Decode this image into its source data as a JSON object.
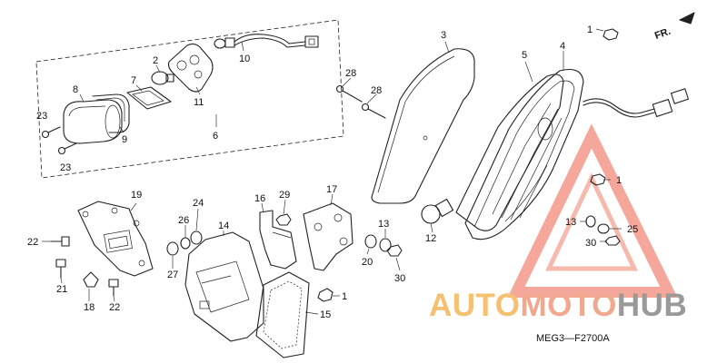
{
  "diagram": {
    "code": "MEG3—F2700A",
    "direction_label": "FR.",
    "callouts": {
      "c1a": "1",
      "c1b": "1",
      "c1c": "1",
      "c2": "2",
      "c3": "3",
      "c4": "4",
      "c5": "5",
      "c6": "6",
      "c7": "7",
      "c8": "8",
      "c9": "9",
      "c10": "10",
      "c11": "11",
      "c12": "12",
      "c13a": "13",
      "c13b": "13",
      "c14": "14",
      "c15": "15",
      "c16": "16",
      "c17": "17",
      "c18": "18",
      "c19": "19",
      "c20": "20",
      "c21": "21",
      "c22a": "22",
      "c22b": "22",
      "c23a": "23",
      "c23b": "23",
      "c24": "24",
      "c25": "25",
      "c26": "26",
      "c27": "27",
      "c28a": "28",
      "c28b": "28",
      "c29": "29",
      "c30a": "30",
      "c30b": "30"
    }
  },
  "watermark": {
    "part1": "AUTO",
    "part2": "MOTO",
    "part3": "HUB",
    "colors": {
      "orange": "#f5c070",
      "red": "#f0a88e",
      "gray": "#9a9a9a"
    }
  }
}
